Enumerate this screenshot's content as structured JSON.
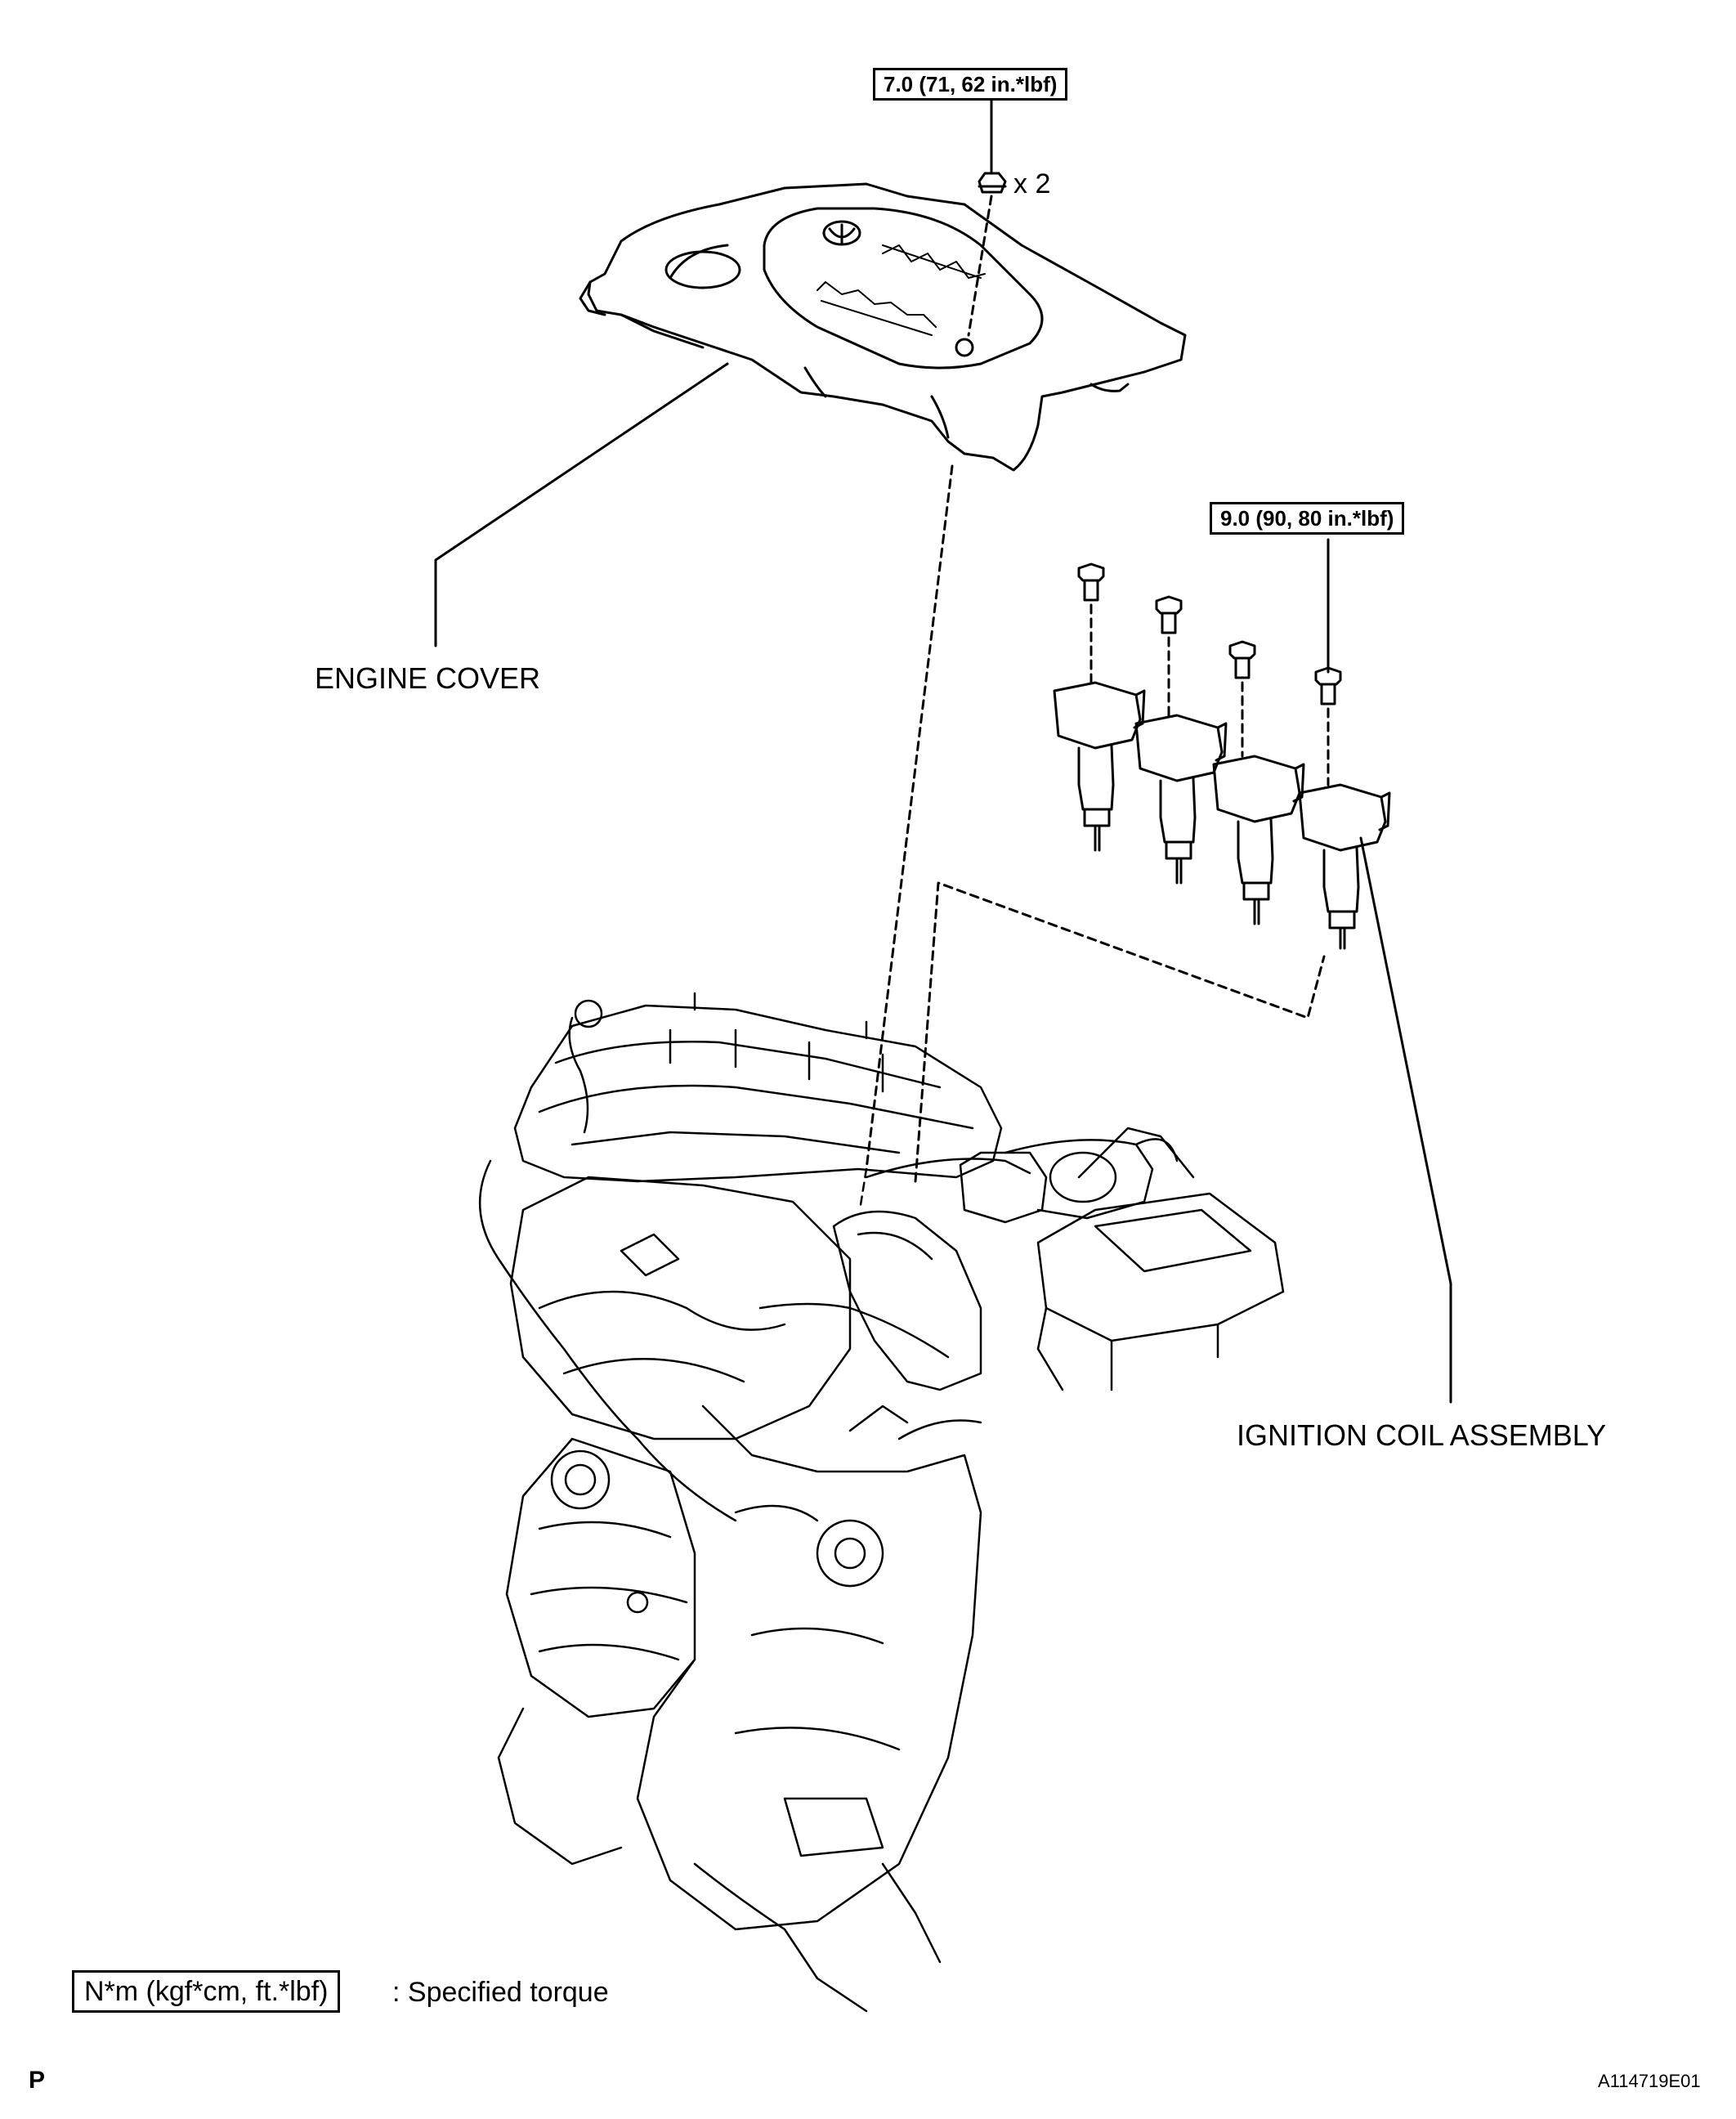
{
  "torque_top": "7.0 (71, 62 in.*lbf)",
  "qty_top": "x 2",
  "torque_coil": "9.0 (90, 80 in.*lbf)",
  "label_engine_cover": "ENGINE COVER",
  "label_ignition_coil": "IGNITION COIL ASSEMBLY",
  "legend_box": "N*m (kgf*cm, ft.*lbf)",
  "legend_text": ": Specified torque",
  "page_marker": "P",
  "figure_id": "A114719E01"
}
